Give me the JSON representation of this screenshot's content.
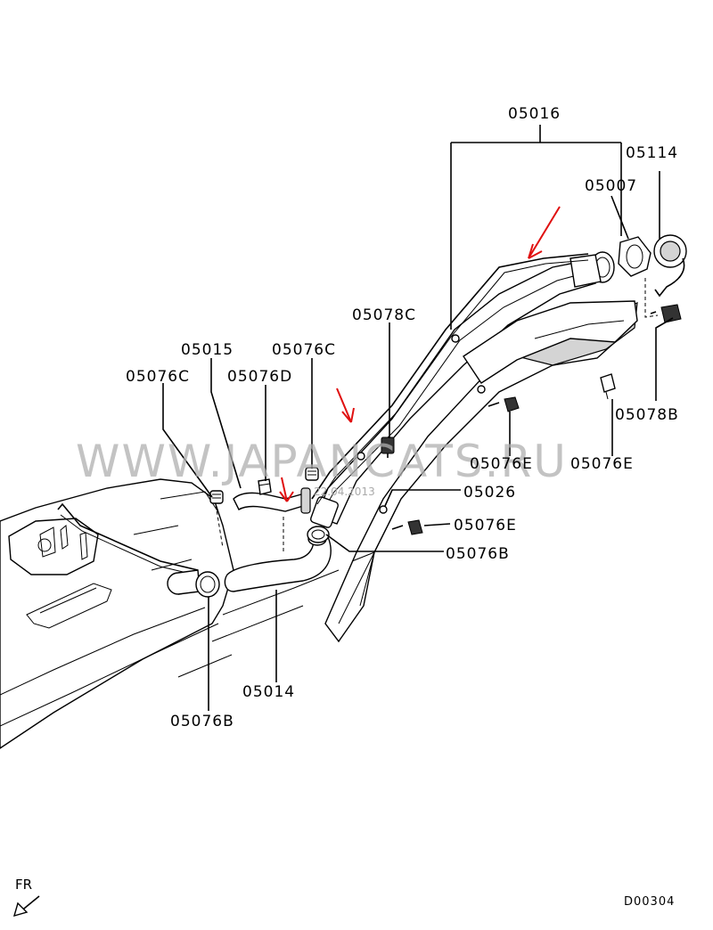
{
  "labels": {
    "p05016": "05016",
    "p05114": "05114",
    "p05007": "05007",
    "p05078c": "05078C",
    "p05015": "05015",
    "p05076c_top": "05076C",
    "p05076c_left": "05076C",
    "p05076d": "05076D",
    "p05078b": "05078B",
    "p05076e_a": "05076E",
    "p05076e_b": "05076E",
    "p05026": "05026",
    "p05076e_c": "05076E",
    "p05076b_right": "05076B",
    "p05014": "05014",
    "p05076b_bottom": "05076B"
  },
  "watermark": "WWW.JAPANCATS.RU",
  "stamp": "22.04.2013",
  "direction_label": "FR",
  "diagram_code": "D00304",
  "colors": {
    "annotation_arrows": "#e01010",
    "watermark": "#b0b0b0",
    "line_art": "#000000"
  }
}
